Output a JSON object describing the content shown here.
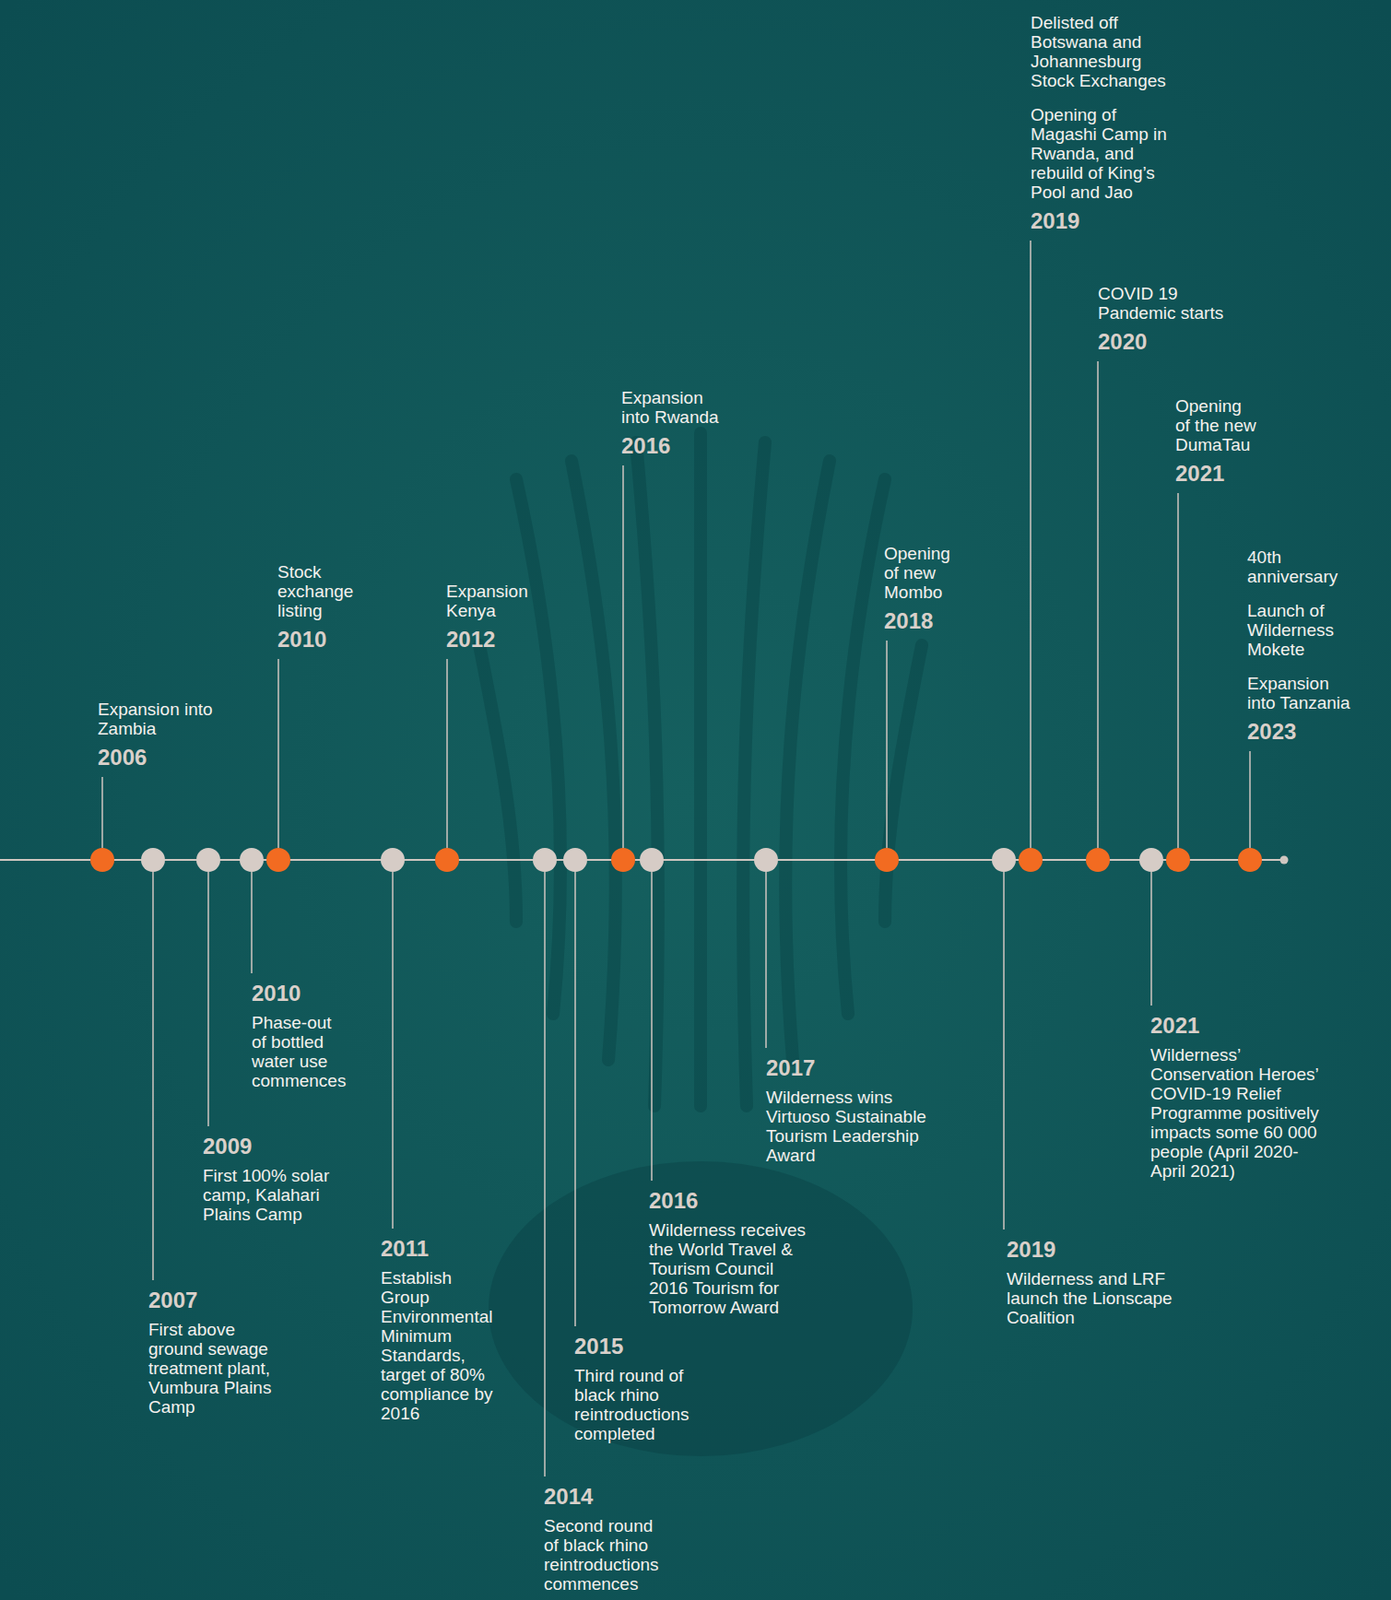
{
  "diagram": {
    "labels": [
      "Expansion into Zambia",
      "2006",
      "2007",
      "First above ground sewage treatment plant, Vumbura Plains Camp",
      "2009",
      "First 100% solar camp, Kalahari Plains Camp",
      "2010",
      "Phase-out of bottled water use commences",
      "Stock exchange listing",
      "2010",
      "2011",
      "Establish Group Environmental Minimum Standards, target of 80% compliance by 2016",
      "Expansion Kenya",
      "2012",
      "2014",
      "Second round of black rhino reintroductions commences",
      "2015",
      "Third round of black rhino reintroductions completed",
      "Expansion into Rwanda",
      "2016",
      "2016",
      "Wilderness receives the World Travel & Tourism Council 2016 Tourism for Tomorrow Award",
      "2017",
      "Wilderness wins Virtuoso Sustainable Tourism Leadership Award",
      "Opening of new Mombo",
      "2018",
      "2019",
      "Wilderness and LRF launch the Lionscape Coalition",
      "Delisted off Botswana and Johannesburg Stock Exchanges",
      "Opening of Magashi Camp in Rwanda, and rebuild of King’s Pool and Jao",
      "2019",
      "COVID 19 Pandemic starts",
      "2020",
      "2021",
      "Wilderness’ Conservation Heroes’ COVID-19 Relief Programme positively impacts some 60 000 people (April 2020-April 2021)",
      "Opening of the new DumaTau",
      "2021",
      "40th anniversary",
      "Launch of Wilderness Mokete",
      "Expansion into Tanzania",
      "2023"
    ]
  }
}
